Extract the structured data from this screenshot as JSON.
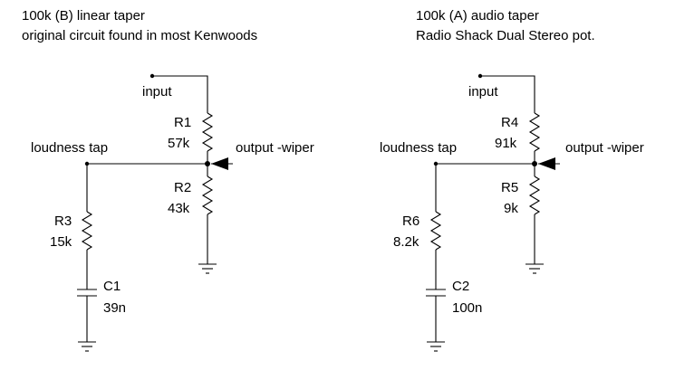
{
  "left": {
    "title_line1": "100k (B) linear taper",
    "title_line2": "original circuit found in most Kenwoods",
    "input_label": "input",
    "loudness_label": "loudness tap",
    "output_label": "output -wiper",
    "r1_name": "R1",
    "r1_value": "57k",
    "r2_name": "R2",
    "r2_value": "43k",
    "r3_name": "R3",
    "r3_value": "15k",
    "c1_name": "C1",
    "c1_value": "39n"
  },
  "right": {
    "title_line1": "100k (A) audio taper",
    "title_line2": "Radio Shack Dual Stereo pot.",
    "input_label": "input",
    "loudness_label": "loudness tap",
    "output_label": "output -wiper",
    "r4_name": "R4",
    "r4_value": "91k",
    "r5_name": "R5",
    "r5_value": "9k",
    "r6_name": "R6",
    "r6_value": "8.2k",
    "c2_name": "C2",
    "c2_value": "100n"
  }
}
